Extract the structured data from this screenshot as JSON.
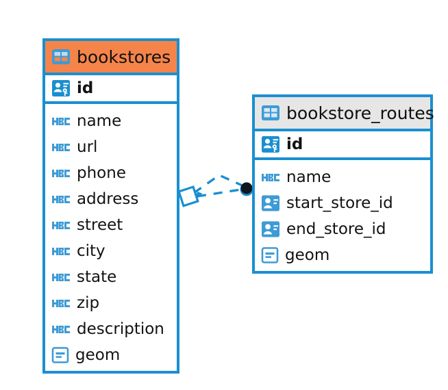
{
  "diagram": {
    "type": "entity-relationship-diagram",
    "background": "#ffffff",
    "colors": {
      "border_blue": "#1a8fd0",
      "header_orange": "#f5844a",
      "header_gray": "#e6e6e6",
      "icon_blue": "#3d9bd6",
      "text": "#121212",
      "endpoint_dark": "#11161f"
    }
  },
  "entities": [
    {
      "id": "bookstores",
      "title": "bookstores",
      "header_style": "orange",
      "table_icon": "table-grid-icon",
      "primary_keys": [
        {
          "name": "id",
          "icon": "primary-key-icon"
        }
      ],
      "fields": [
        {
          "name": "name",
          "icon": "abc-text-icon"
        },
        {
          "name": "url",
          "icon": "abc-text-icon"
        },
        {
          "name": "phone",
          "icon": "abc-text-icon"
        },
        {
          "name": "address",
          "icon": "abc-text-icon"
        },
        {
          "name": "street",
          "icon": "abc-text-icon"
        },
        {
          "name": "city",
          "icon": "abc-text-icon"
        },
        {
          "name": "state",
          "icon": "abc-text-icon"
        },
        {
          "name": "zip",
          "icon": "abc-text-icon"
        },
        {
          "name": "description",
          "icon": "abc-text-icon"
        },
        {
          "name": "geom",
          "icon": "geometry-icon"
        }
      ]
    },
    {
      "id": "bookstore_routes",
      "title": "bookstore_routes",
      "header_style": "gray",
      "table_icon": "table-grid-icon",
      "primary_keys": [
        {
          "name": "id",
          "icon": "primary-key-icon"
        }
      ],
      "fields": [
        {
          "name": "name",
          "icon": "abc-text-icon"
        },
        {
          "name": "start_store_id",
          "icon": "foreign-key-icon"
        },
        {
          "name": "end_store_id",
          "icon": "foreign-key-icon"
        },
        {
          "name": "geom",
          "icon": "geometry-icon"
        }
      ]
    }
  ],
  "relationship": {
    "from_entity": "bookstores",
    "to_entity": "bookstore_routes",
    "line_style": "dashed",
    "line_color": "#1a8fd0",
    "source_endpoint": "rotated-square-endpoint-icon",
    "target_endpoint": "filled-circle-endpoint-icon"
  }
}
